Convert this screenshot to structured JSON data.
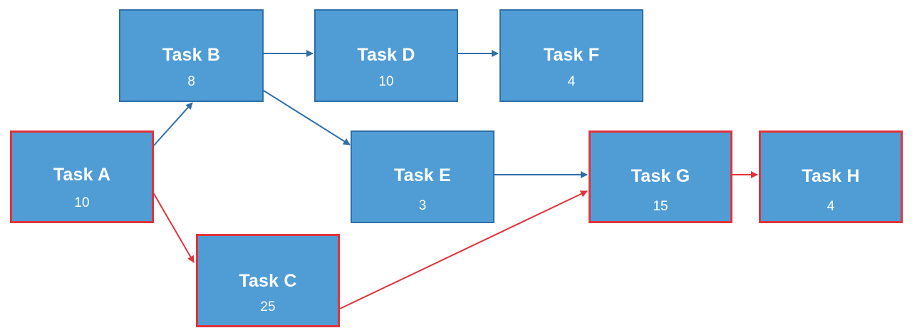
{
  "colors": {
    "box_fill": "#509dd6",
    "box_border": "#2f6fa8",
    "critical": "#e0333b",
    "normal_arrow": "#2f6fa8",
    "text": "#ffffff"
  },
  "tasks": {
    "a": {
      "name": "Task A",
      "duration": "10",
      "critical": true
    },
    "b": {
      "name": "Task B",
      "duration": "8",
      "critical": false
    },
    "c": {
      "name": "Task C",
      "duration": "25",
      "critical": true
    },
    "d": {
      "name": "Task D",
      "duration": "10",
      "critical": false
    },
    "e": {
      "name": "Task E",
      "duration": "3",
      "critical": false
    },
    "f": {
      "name": "Task F",
      "duration": "4",
      "critical": false
    },
    "g": {
      "name": "Task G",
      "duration": "15",
      "critical": true
    },
    "h": {
      "name": "Task H",
      "duration": "4",
      "critical": true
    }
  },
  "dependencies": [
    {
      "from": "a",
      "to": "b",
      "critical": false
    },
    {
      "from": "a",
      "to": "c",
      "critical": true
    },
    {
      "from": "b",
      "to": "d",
      "critical": false
    },
    {
      "from": "b",
      "to": "e",
      "critical": false
    },
    {
      "from": "d",
      "to": "f",
      "critical": false
    },
    {
      "from": "e",
      "to": "g",
      "critical": false
    },
    {
      "from": "c",
      "to": "g",
      "critical": true
    },
    {
      "from": "g",
      "to": "h",
      "critical": true
    }
  ]
}
